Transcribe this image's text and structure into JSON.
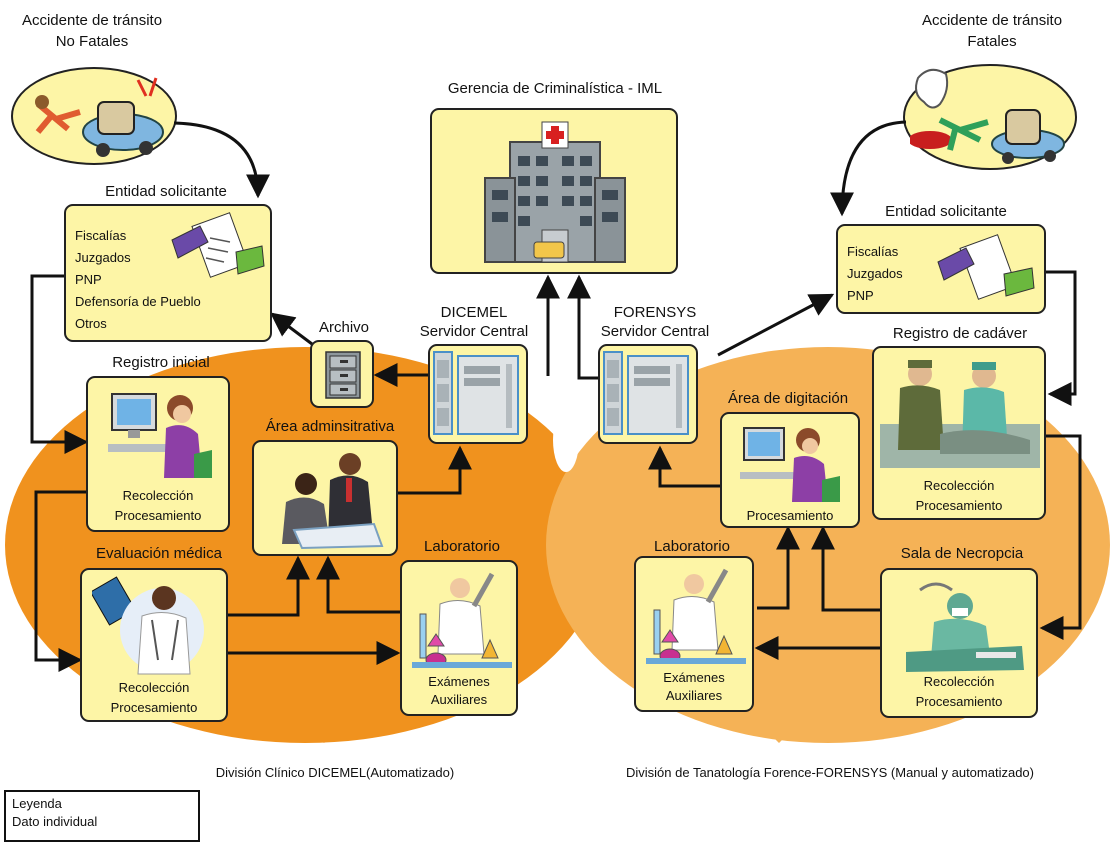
{
  "labels": {
    "accidente_no_fatales_1": "Accidente de tránsito",
    "accidente_no_fatales_2": "No Fatales",
    "accidente_fatales_1": "Accidente de tránsito",
    "accidente_fatales_2": "Fatales",
    "gerencia": "Gerencia de Criminalística - IML",
    "entidad_left": "Entidad solicitante",
    "entidad_right": "Entidad solicitante",
    "archivo": "Archivo",
    "dicemel_1": "DICEMEL",
    "dicemel_2": "Servidor Central",
    "forensys_1": "FORENSYS",
    "forensys_2": "Servidor Central",
    "registro_inicial": "Registro inicial",
    "area_admin": "Área adminsitrativa",
    "area_digitacion": "Área de digitación",
    "registro_cadaver": "Registro de cadáver",
    "evaluacion_medica": "Evaluación médica",
    "laboratorio_left": "Laboratorio",
    "laboratorio_right": "Laboratorio",
    "sala_necropcia": "Sala de Necropcia",
    "division_left": "División Clínico DICEMEL(Automatizado)",
    "division_right": "División de Tanatología Forence-FORENSYS (Manual y automatizado)"
  },
  "entidad_left_items": [
    "Fiscalías",
    "Juzgados",
    "PNP",
    "Defensoría de Pueblo",
    "Otros"
  ],
  "entidad_right_items": [
    "Fiscalías",
    "Juzgados",
    "PNP"
  ],
  "captions": {
    "registro_inicial": [
      "Recolección",
      "Procesamiento"
    ],
    "evaluacion_medica": [
      "Recolección",
      "Procesamiento"
    ],
    "lab_left": [
      "Exámenes",
      "Auxiliares"
    ],
    "lab_right": [
      "Exámenes",
      "Auxiliares"
    ],
    "area_digitacion": [
      "Procesamiento"
    ],
    "registro_cadaver": [
      "Recolección",
      "Procesamiento"
    ],
    "sala_necropcia": [
      "Recolección",
      "Procesamiento"
    ]
  },
  "legend": {
    "title": "Leyenda",
    "item": "Dato individual"
  },
  "colors": {
    "orange_left": "#f0921e",
    "orange_right": "#f5b256",
    "box_fill": "#fdf5a6",
    "arrow": "#111111"
  },
  "icons": {
    "accident_no_fatal": "car-accident-icon",
    "accident_fatal": "fatal-accident-ghost-icon",
    "hospital": "hospital-building-icon",
    "documents": "documents-handshake-icon",
    "file_cabinet": "file-cabinet-icon",
    "server": "server-tower-icon",
    "computer_user": "woman-computer-icon",
    "meeting": "business-meeting-icon",
    "doctor": "doctor-xray-icon",
    "lab": "laboratory-scientist-icon",
    "soldiers": "medical-soldiers-icon",
    "surgeon": "surgeon-icon"
  }
}
